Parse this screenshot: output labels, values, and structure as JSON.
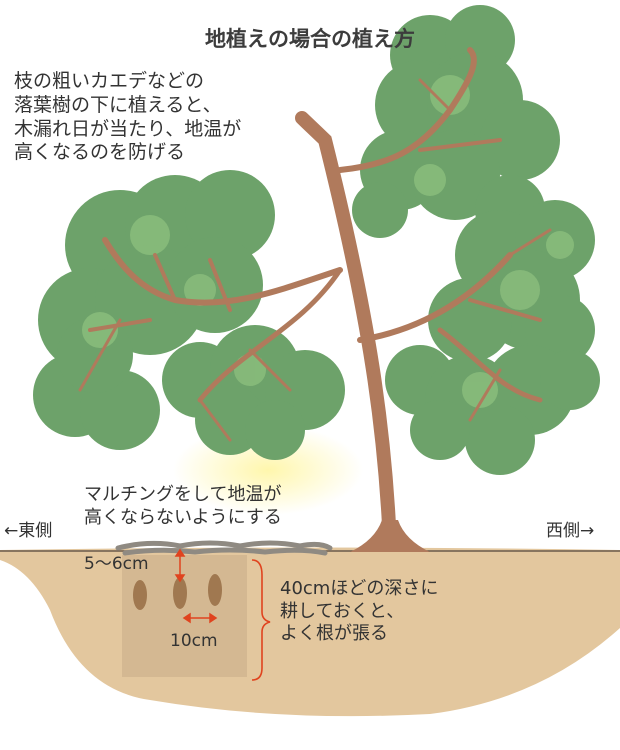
{
  "title": "地植えの場合の植え方",
  "note_top": "枝の粗いカエデなどの\n落葉樹の下に植えると、\n木漏れ日が当たり、地温が\n高くなるのを防げる",
  "note_mulch": "マルチングをして地温が\n高くならないようにする",
  "direction_east": "←東側",
  "direction_west": "西側→",
  "depth_label": "5〜6cm",
  "spacing_label": "10cm",
  "tilling_note": "40cmほどの深さに\n耕しておくと、\nよく根が張る",
  "colors": {
    "foliage": "#6da26a",
    "foliage_light": "#8ec07f",
    "trunk": "#b07a5c",
    "soil": "#e3c79e",
    "soil_dug": "#cfb48f",
    "mulch": "#8f8a82",
    "arrow": "#e0431e"
  }
}
